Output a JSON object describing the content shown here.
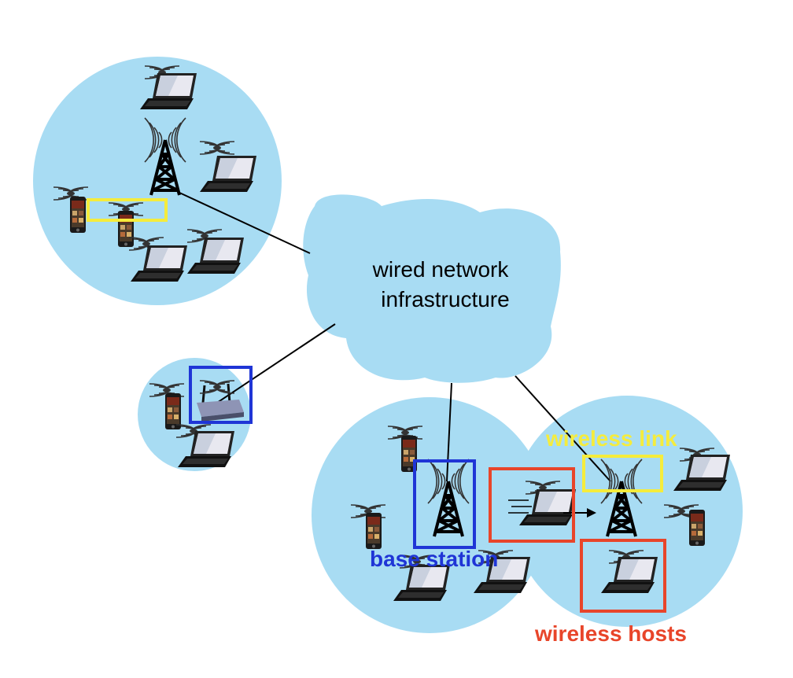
{
  "labels": {
    "cloud_line1": "wired network",
    "cloud_line2": "infrastructure",
    "wireless_link": "wireless link",
    "base_station": "base station",
    "wireless_hosts": "wireless hosts"
  },
  "colors": {
    "cell_fill": "#a8dcf3",
    "wireless_link": "#f5ec3c",
    "base_station": "#1f35d6",
    "wireless_hosts": "#e8452a"
  },
  "icons": [
    "cell-tower-icon",
    "laptop-icon",
    "smartphone-icon",
    "wifi-router-icon",
    "radio-waves-icon",
    "motion-arrow-icon"
  ]
}
